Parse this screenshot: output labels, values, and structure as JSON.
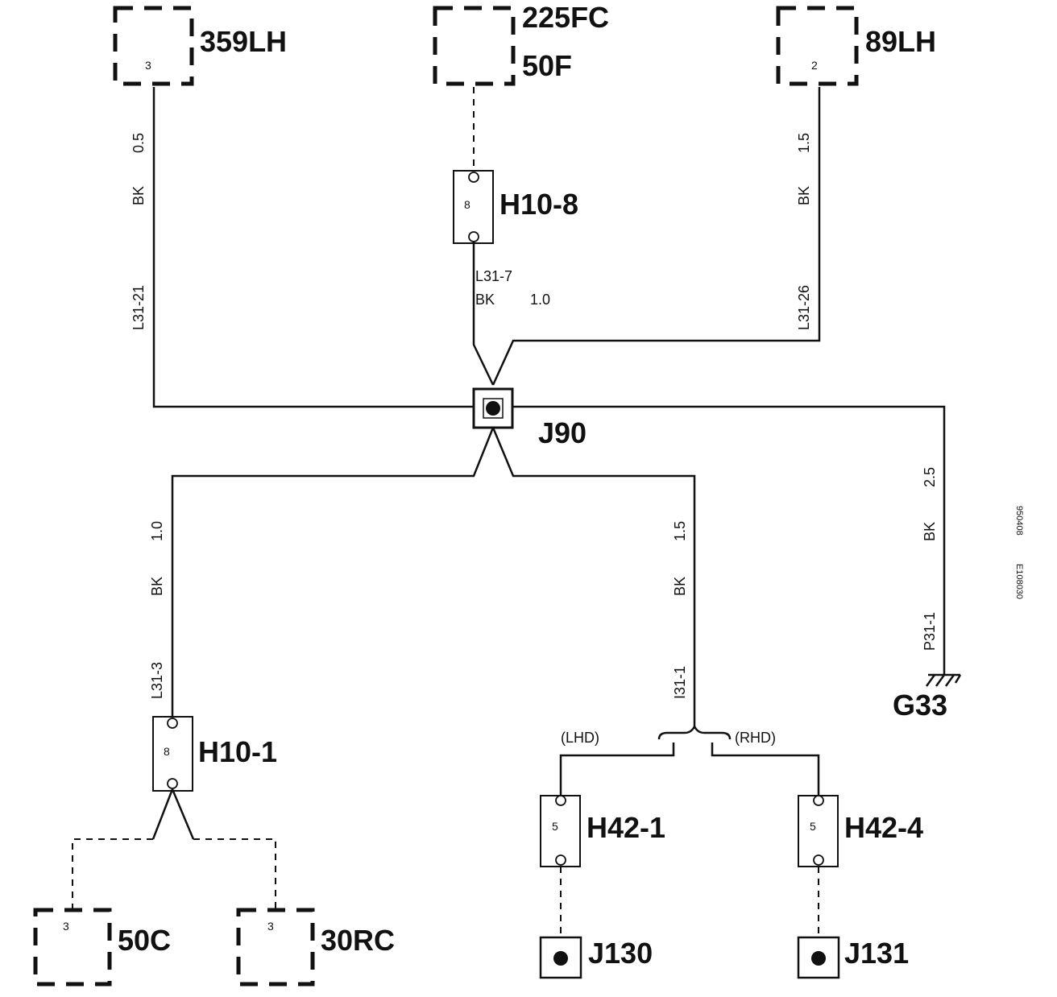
{
  "components": {
    "c359lh": {
      "label": "359LH",
      "pin": "3"
    },
    "c225fc": {
      "label": "225FC",
      "label2": "50F"
    },
    "c89lh": {
      "label": "89LH",
      "pin": "2"
    },
    "c50c": {
      "label": "50C",
      "pin": "3"
    },
    "c30rc": {
      "label": "30RC",
      "pin": "3"
    }
  },
  "connectors": {
    "h10_8": {
      "label": "H10-8",
      "pin": "8"
    },
    "h10_1": {
      "label": "H10-1",
      "pin": "8"
    },
    "h42_1": {
      "label": "H42-1",
      "pin": "5"
    },
    "h42_4": {
      "label": "H42-4",
      "pin": "5"
    }
  },
  "splices": {
    "j90": "J90",
    "j130": "J130",
    "j131": "J131"
  },
  "ground": {
    "label": "G33"
  },
  "wires": {
    "w_359": {
      "size": "0.5",
      "color": "BK",
      "id": "L31-21"
    },
    "w_h108": {
      "id": "L31-7",
      "color": "BK",
      "size": "1.0"
    },
    "w_89": {
      "size": "1.5",
      "color": "BK",
      "id": "L31-26"
    },
    "w_h101": {
      "size": "1.0",
      "color": "BK",
      "id": "L31-3"
    },
    "w_h42": {
      "size": "1.5",
      "color": "BK",
      "id": "I31-1"
    },
    "w_g33": {
      "size": "2.5",
      "color": "BK",
      "id": "P31-1"
    }
  },
  "options": {
    "lhd": "(LHD)",
    "rhd": "(RHD)"
  },
  "margin_codes": {
    "code1": "950408",
    "code2": "E108030"
  }
}
